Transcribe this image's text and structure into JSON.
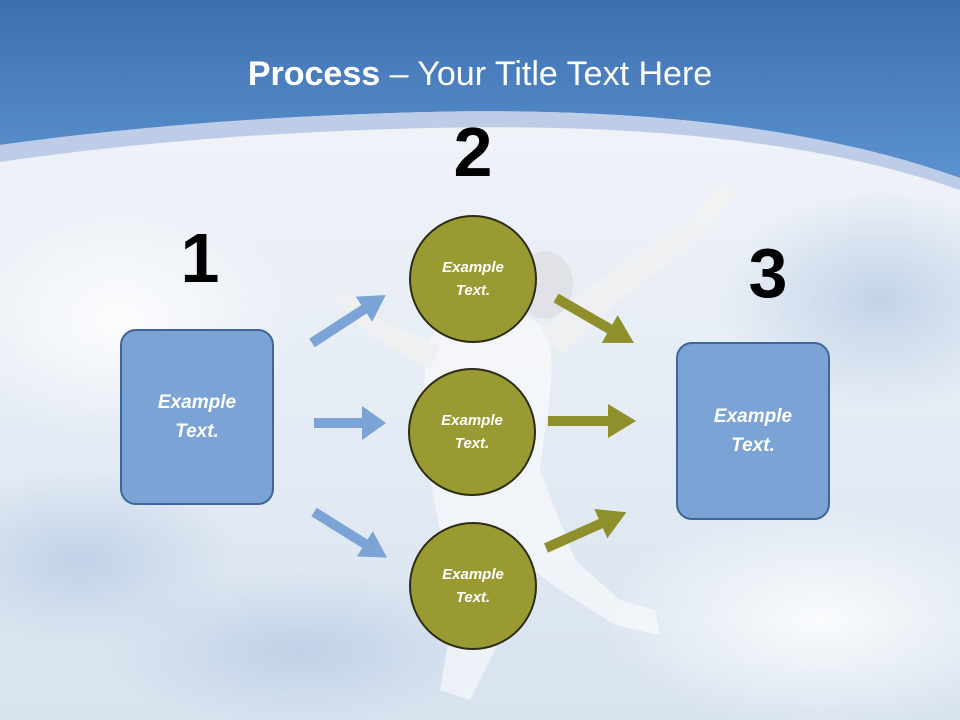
{
  "title": {
    "bold": "Process",
    "rest": " – Your Title Text Here"
  },
  "steps": [
    {
      "number": "1"
    },
    {
      "number": "2"
    },
    {
      "number": "3"
    }
  ],
  "boxes": [
    {
      "label": "Example Text."
    },
    {
      "label": "Example Text."
    }
  ],
  "circles": [
    {
      "label": "Example Text."
    },
    {
      "label": "Example Text."
    },
    {
      "label": "Example Text."
    }
  ],
  "colors": {
    "header_blue": "#4a80c2",
    "box_fill": "#7ba3d5",
    "circle_fill": "#9a9a32",
    "left_arrow": "#7ba3d5",
    "right_arrow": "#8f8f2c"
  }
}
